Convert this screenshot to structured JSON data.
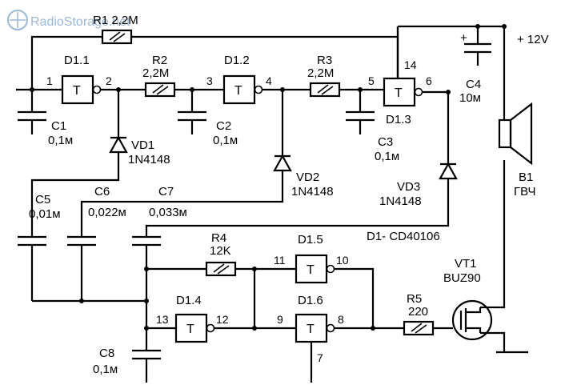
{
  "watermark": "RadioStorage.net",
  "supply": "+ 12V",
  "ic_note": "D1- CD40106",
  "gates": [
    {
      "name": "D1.1",
      "symbol": "T"
    },
    {
      "name": "D1.2",
      "symbol": "T"
    },
    {
      "name": "D1.3",
      "symbol": "T"
    },
    {
      "name": "D1.4",
      "symbol": "T"
    },
    {
      "name": "D1.5",
      "symbol": "T"
    },
    {
      "name": "D1.6",
      "symbol": "T"
    }
  ],
  "pins": [
    "1",
    "2",
    "3",
    "4",
    "5",
    "6",
    "14",
    "13",
    "12",
    "11",
    "10",
    "9",
    "8",
    "7"
  ],
  "resistors": [
    {
      "name": "R1",
      "value": "2,2M",
      "label": "R1 2,2M"
    },
    {
      "name": "R2",
      "value": "2,2M"
    },
    {
      "name": "R3",
      "value": "2,2M"
    },
    {
      "name": "R4",
      "value": "12K"
    },
    {
      "name": "R5",
      "value": "220"
    }
  ],
  "capacitors": [
    {
      "name": "C1",
      "value": "0,1м"
    },
    {
      "name": "C2",
      "value": "0,1м"
    },
    {
      "name": "C3",
      "value": "0,1м"
    },
    {
      "name": "C4",
      "value": "10м"
    },
    {
      "name": "C5",
      "value": "0,01м"
    },
    {
      "name": "C6",
      "value": "0,022м"
    },
    {
      "name": "C7",
      "value": "0,033м"
    },
    {
      "name": "C8",
      "value": "0,1м"
    }
  ],
  "diodes": [
    {
      "name": "VD1",
      "part": "1N4148"
    },
    {
      "name": "VD2",
      "part": "1N4148"
    },
    {
      "name": "VD3",
      "part": "1N4148"
    }
  ],
  "transistor": {
    "name": "VT1",
    "part": "BUZ90"
  },
  "speaker": {
    "name": "B1",
    "part": "ГВЧ"
  },
  "c4_polarity": "+"
}
